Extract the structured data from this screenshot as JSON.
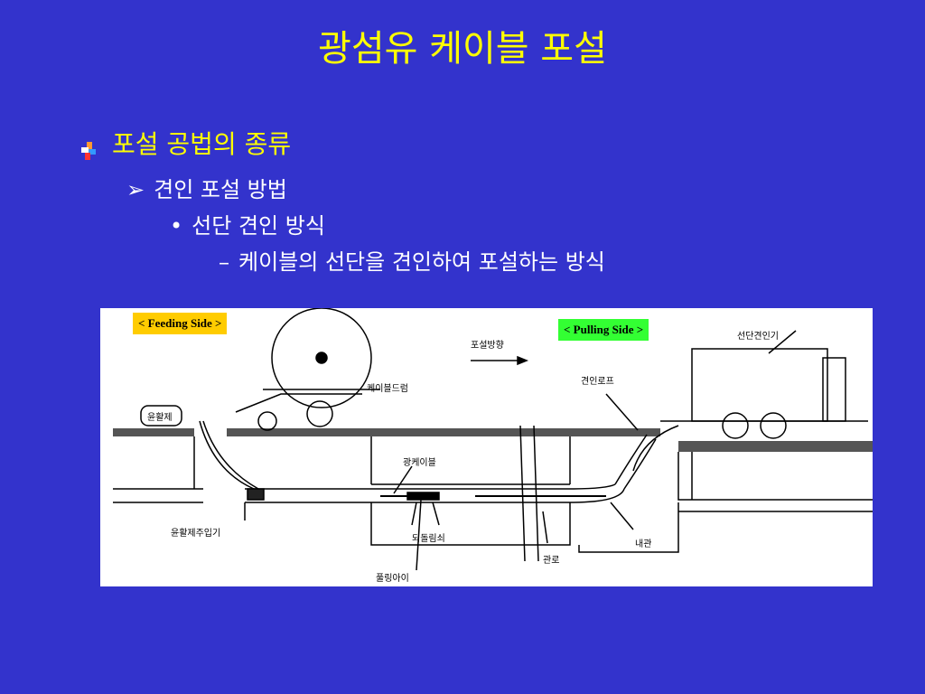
{
  "title": "광섬유 케이블 포설",
  "bullets": {
    "level1": "포설 공법의 종류",
    "level2_glyph": "➢",
    "level2": "견인 포설 방법",
    "level3_glyph": "•",
    "level3": "선단 견인 방식",
    "level4_glyph": "–",
    "level4": "케이블의 선단을 견인하여 포설하는 방식"
  },
  "figure": {
    "feeding_side": "< Feeding Side >",
    "pulling_side": "< Pulling Side >",
    "labels": {
      "direction": "포설방향",
      "cable_drum": "케이블드럼",
      "lubricant": "윤활제",
      "lubricant_injector": "윤활제주입기",
      "optical_cable": "광케이블",
      "swivel": "되돌림쇠",
      "pulling_eye": "풀링아이",
      "duct": "관로",
      "inner_duct": "내관",
      "pulling_rope": "견인로프",
      "winch": "선단견인기"
    }
  },
  "colors": {
    "background": "#3333CC",
    "title": "#FFFF00",
    "body_text": "#FFFFFF",
    "feeding_tag": "#FFCC00",
    "pulling_tag": "#33FF33"
  }
}
